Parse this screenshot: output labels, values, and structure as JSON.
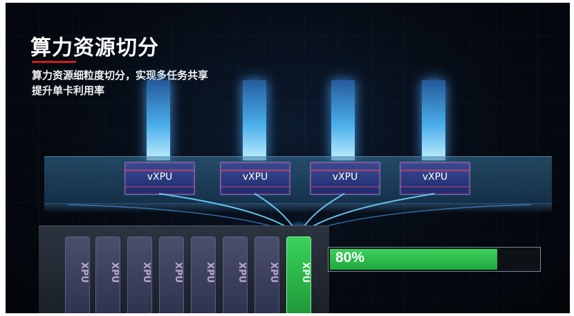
{
  "title": "算力资源切分",
  "subtitle_lines": [
    "算力资源细粒度切分，实现多任务共享",
    "提升单卡利用率"
  ],
  "vxpu_cards": [
    {
      "label": "vXPU"
    },
    {
      "label": "vXPU"
    },
    {
      "label": "vXPU"
    },
    {
      "label": "vXPU"
    }
  ],
  "xpu_slots": [
    {
      "label": "XPU",
      "active": false
    },
    {
      "label": "XPU",
      "active": false
    },
    {
      "label": "XPU",
      "active": false
    },
    {
      "label": "XPU",
      "active": false
    },
    {
      "label": "XPU",
      "active": false
    },
    {
      "label": "XPU",
      "active": false
    },
    {
      "label": "XPU",
      "active": false
    },
    {
      "label": "XPU",
      "active": true
    }
  ],
  "utilization": {
    "value": 80,
    "label": "80%"
  },
  "colors": {
    "accent_red": "#d7191f",
    "active_green": "#2fbf4f",
    "beam_blue": "#5fc8ff"
  }
}
